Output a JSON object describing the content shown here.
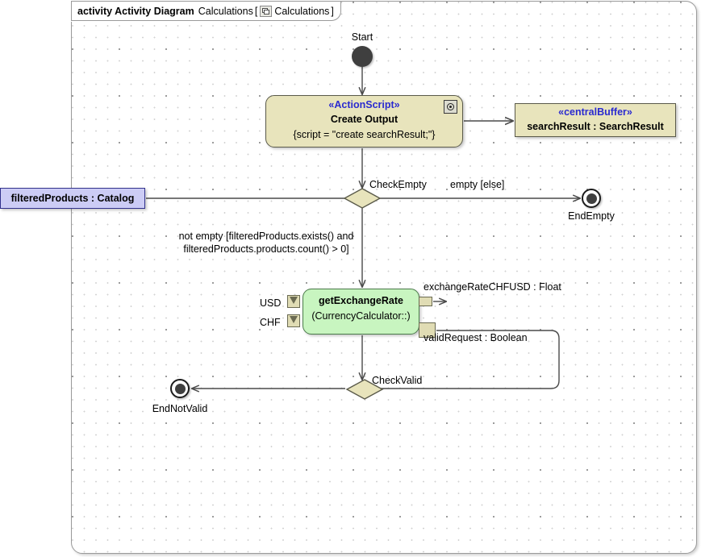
{
  "frame": {
    "keyword": "activity Activity Diagram",
    "name": "Calculations",
    "bracket_open": "[",
    "icon": "activity-diagram-icon",
    "icon_label": "Calculations",
    "bracket_close": "]"
  },
  "nodes": {
    "start": {
      "label": "Start",
      "type": "initial-node",
      "color": "#3f3f3f"
    },
    "create_output": {
      "stereotype": "«ActionScript»",
      "name": "Create Output",
      "body": "{script = \"create searchResult;\"}",
      "icon": "script-icon",
      "fill": "#e8e4bc",
      "stereotype_color": "#2a2ad0"
    },
    "central_buffer": {
      "stereotype": "«centralBuffer»",
      "name": "searchResult : SearchResult",
      "fill": "#e8e4bc",
      "stereotype_color": "#2a2ad0"
    },
    "filtered_products": {
      "name": "filteredProducts : Catalog",
      "fill": "#ccccf5",
      "border": "#31318c"
    },
    "check_empty": {
      "label": "CheckEmpty",
      "type": "decision-node",
      "fill": "#e8e4bc"
    },
    "end_empty": {
      "label": "EndEmpty",
      "type": "final-node"
    },
    "get_exchange_rate": {
      "name": "getExchangeRate",
      "behavior": "(CurrencyCalculator::)",
      "fill": "#c8f5c0",
      "border": "#4a7a4a"
    },
    "check_valid": {
      "label": "CheckValid",
      "type": "decision-node",
      "fill": "#e8e4bc"
    },
    "end_not_valid": {
      "label": "EndNotValid",
      "type": "final-node"
    }
  },
  "pins": {
    "input_usd": "USD",
    "input_chf": "CHF",
    "output_exchange_rate": "exchangeRateCHFUSD : Float",
    "output_valid_request": "validRequest : Boolean"
  },
  "edges": {
    "empty_else": "empty [else]",
    "not_empty_line1": "not empty [filteredProducts.exists() and",
    "not_empty_line2": "filteredProducts.products.count() > 0]"
  }
}
